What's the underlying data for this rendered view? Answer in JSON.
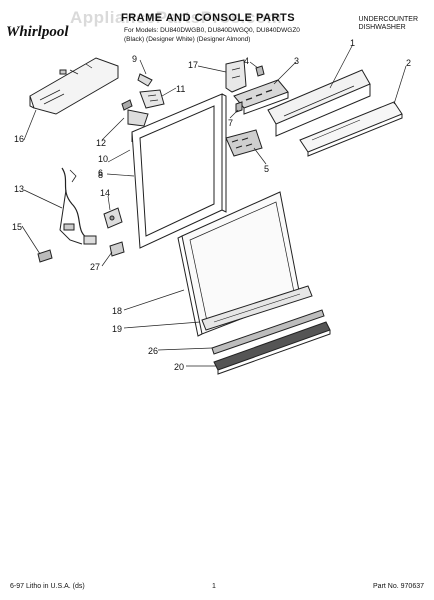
{
  "header": {
    "brand": "Whirlpool",
    "title": "FRAME AND CONSOLE PARTS",
    "models_line": "For Models: DU840DWGB0, DU840DWGQ0, DU840DWGZ0",
    "colors_line": "(Black)    (Designer White)    (Designer Almond)",
    "product_type_1": "UNDERCOUNTER",
    "product_type_2": "DISHWASHER",
    "watermark": "AppliancePartsPros.com"
  },
  "callouts": [
    "1",
    "2",
    "3",
    "4",
    "5",
    "6",
    "7",
    "8",
    "9",
    "10",
    "11",
    "12",
    "13",
    "14",
    "15",
    "16",
    "17",
    "18",
    "19",
    "20",
    "26",
    "27"
  ],
  "footer": {
    "left": "6-97 Litho in U.S.A. (ds)",
    "center": "1",
    "right": "Part No. 970637"
  }
}
